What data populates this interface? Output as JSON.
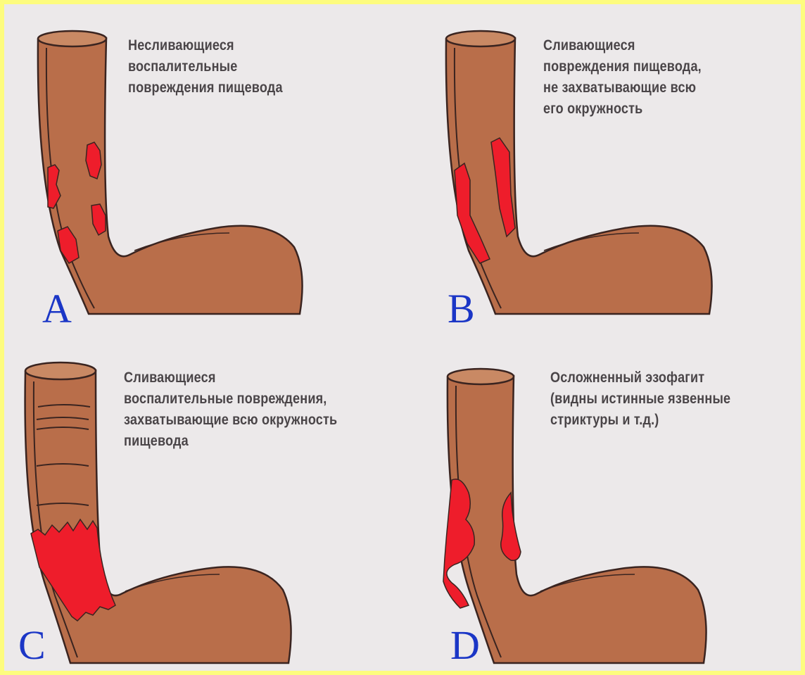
{
  "colors": {
    "frame": "#fdfc7e",
    "background": "#ece9ea",
    "organ_fill": "#b96e4a",
    "lesion": "#ee1d2b",
    "outline": "#3a2420",
    "caption_text": "#4a4548",
    "letter": "#1b36c6"
  },
  "panels": [
    {
      "letter": "A",
      "caption": [
        "Несливающиеся",
        "воспалительные",
        "повреждения пищевода"
      ]
    },
    {
      "letter": "B",
      "caption": [
        "Сливающиеся",
        "повреждения пищевода,",
        "не захватывающие всю",
        "его окружность"
      ]
    },
    {
      "letter": "C",
      "caption": [
        "Сливающиеся",
        "воспалительные повреждения,",
        "захватывающие всю окружность",
        "пищевода"
      ]
    },
    {
      "letter": "D",
      "caption": [
        "Осложненный эзофагит",
        "(видны истинные язвенные",
        "стриктуры и т.д.)"
      ]
    }
  ]
}
